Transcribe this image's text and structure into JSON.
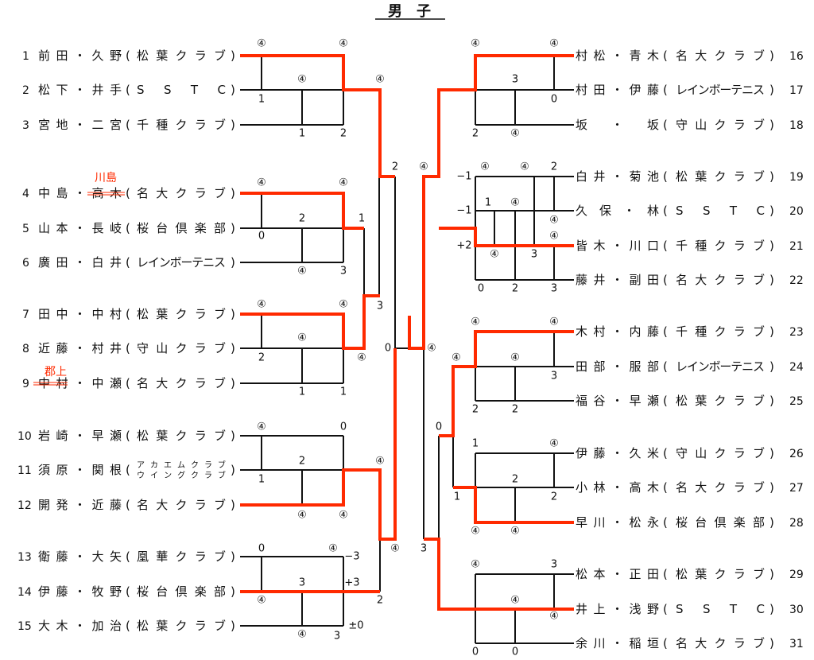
{
  "title": "男　子",
  "colors": {
    "winner_line": "#ff2a00",
    "line": "#111111"
  },
  "left_entries": [
    {
      "no": "1",
      "name": "前田・久野",
      "club": "松葉クラブ"
    },
    {
      "no": "2",
      "name": "松下・井手",
      "club": "S S T C"
    },
    {
      "no": "3",
      "name": "宮地・二宮",
      "club": "千種クラブ"
    },
    {
      "no": "4",
      "name": "中島・高木",
      "club": "名大クラブ"
    },
    {
      "no": "5",
      "name": "山本・長岐",
      "club": "桜台倶楽部"
    },
    {
      "no": "6",
      "name": "廣田・白井",
      "club": "レインボーテニス"
    },
    {
      "no": "7",
      "name": "田中・中村",
      "club": "松葉クラブ"
    },
    {
      "no": "8",
      "name": "近藤・村井",
      "club": "守山クラブ"
    },
    {
      "no": "9",
      "name": "中村・中瀬",
      "club": "名大クラブ"
    },
    {
      "no": "10",
      "name": "岩崎・早瀬",
      "club": "松葉クラブ"
    },
    {
      "no": "11",
      "name": "須原・関根",
      "club": "アカエムクラブ",
      "club2": "ウイングクラブ"
    },
    {
      "no": "12",
      "name": "開発・近藤",
      "club": "名大クラブ"
    },
    {
      "no": "13",
      "name": "衛藤・大矢",
      "club": "凰華クラブ"
    },
    {
      "no": "14",
      "name": "伊藤・牧野",
      "club": "桜台倶楽部"
    },
    {
      "no": "15",
      "name": "大木・加治",
      "club": "松葉クラブ"
    }
  ],
  "right_entries": [
    {
      "no": "16",
      "name": "村松・青木",
      "club": "名大クラブ"
    },
    {
      "no": "17",
      "name": "村田・伊藤",
      "club": "レインボーテニス"
    },
    {
      "no": "18",
      "name": "坂　・　坂",
      "club": "守山クラブ"
    },
    {
      "no": "19",
      "name": "白井・菊池",
      "club": "松葉クラブ"
    },
    {
      "no": "20",
      "name": "久保・林",
      "club": "S S T C"
    },
    {
      "no": "21",
      "name": "皆木・川口",
      "club": "千種クラブ"
    },
    {
      "no": "22",
      "name": "藤井・副田",
      "club": "名大クラブ"
    },
    {
      "no": "23",
      "name": "木村・内藤",
      "club": "千種クラブ"
    },
    {
      "no": "24",
      "name": "田部・服部",
      "club": "レインボーテニス"
    },
    {
      "no": "25",
      "name": "福谷・早瀬",
      "club": "松葉クラブ"
    },
    {
      "no": "26",
      "name": "伊藤・久米",
      "club": "守山クラブ"
    },
    {
      "no": "27",
      "name": "小林・高木",
      "club": "名大クラブ"
    },
    {
      "no": "28",
      "name": "早川・松永",
      "club": "桜台倶楽部"
    },
    {
      "no": "29",
      "name": "松本・正田",
      "club": "松葉クラブ"
    },
    {
      "no": "30",
      "name": "井上・浅野",
      "club": "S S T C"
    },
    {
      "no": "31",
      "name": "余川・稲垣",
      "club": "名大クラブ"
    }
  ],
  "corrections": [
    {
      "text": "川島",
      "replaces": "高木"
    },
    {
      "text": "郡上",
      "replaces": "中村"
    }
  ],
  "scores": [
    "④",
    "④",
    "④",
    "④",
    "1",
    "1",
    "2",
    "2",
    "④",
    "④",
    "2",
    "1",
    "0",
    "④",
    "3",
    "3",
    "④",
    "④",
    "④",
    "④",
    "2",
    "1",
    "1",
    "0",
    "④",
    "0",
    "2",
    "④",
    "1",
    "④",
    "④",
    "④",
    "0",
    "④",
    "−3",
    "3",
    "+3",
    "④",
    "2",
    "④",
    "3",
    "±0",
    "3",
    "④",
    "④",
    "④",
    "④",
    "3",
    "0",
    "2",
    "④",
    "−1",
    "④",
    "④",
    "2",
    "−1",
    "1",
    "④",
    "④",
    "④",
    "+2",
    "④",
    "3",
    "0",
    "2",
    "3",
    "④",
    "④",
    "④",
    "④",
    "3",
    "2",
    "2",
    "0",
    "1",
    "④",
    "2",
    "1",
    "2",
    "④",
    "④",
    "④",
    "3",
    "④",
    "④",
    "0",
    "0"
  ]
}
